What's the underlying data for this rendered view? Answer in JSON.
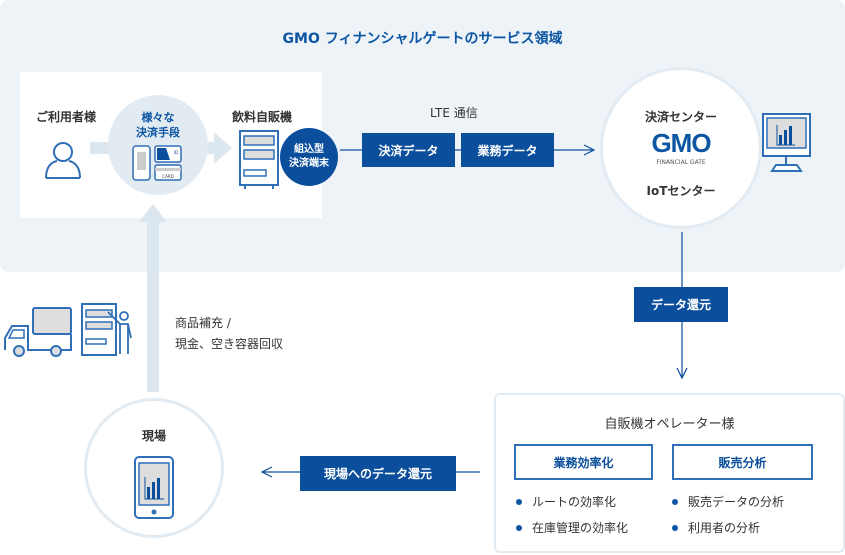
{
  "title": "GMO フィナンシャルゲートのサービス領域",
  "user": {
    "label": "ご利用者様"
  },
  "payment_methods": {
    "line1": "様々な",
    "line2": "決済手段",
    "card_text": "CARD",
    "id_text": "ID"
  },
  "vending": {
    "label": "飲料自販機",
    "badge_line1": "組込型",
    "badge_line2": "決済端末"
  },
  "network": {
    "label": "LTE 通信",
    "box1": "決済データ",
    "box2": "業務データ"
  },
  "center": {
    "label1": "決済センター",
    "logo": "GMO",
    "logo_sub": "FINANCIAL GATE",
    "label2": "IoTセンター"
  },
  "data_return": "データ還元",
  "operator": {
    "title": "自販機オペレーター様",
    "columns": [
      {
        "heading": "業務効率化",
        "items": [
          "ルートの効率化",
          "在庫管理の効率化"
        ]
      },
      {
        "heading": "販売分析",
        "items": [
          "販売データの分析",
          "利用者の分析"
        ]
      }
    ]
  },
  "field_return": "現場へのデータ還元",
  "field": {
    "label": "現場"
  },
  "replenish": {
    "line1": "商品補充 /",
    "line2": "現金、空き容器回収"
  },
  "colors": {
    "brand": "#0b4f9c",
    "panel": "#eef3f8",
    "arrow": "#dce6ef"
  }
}
